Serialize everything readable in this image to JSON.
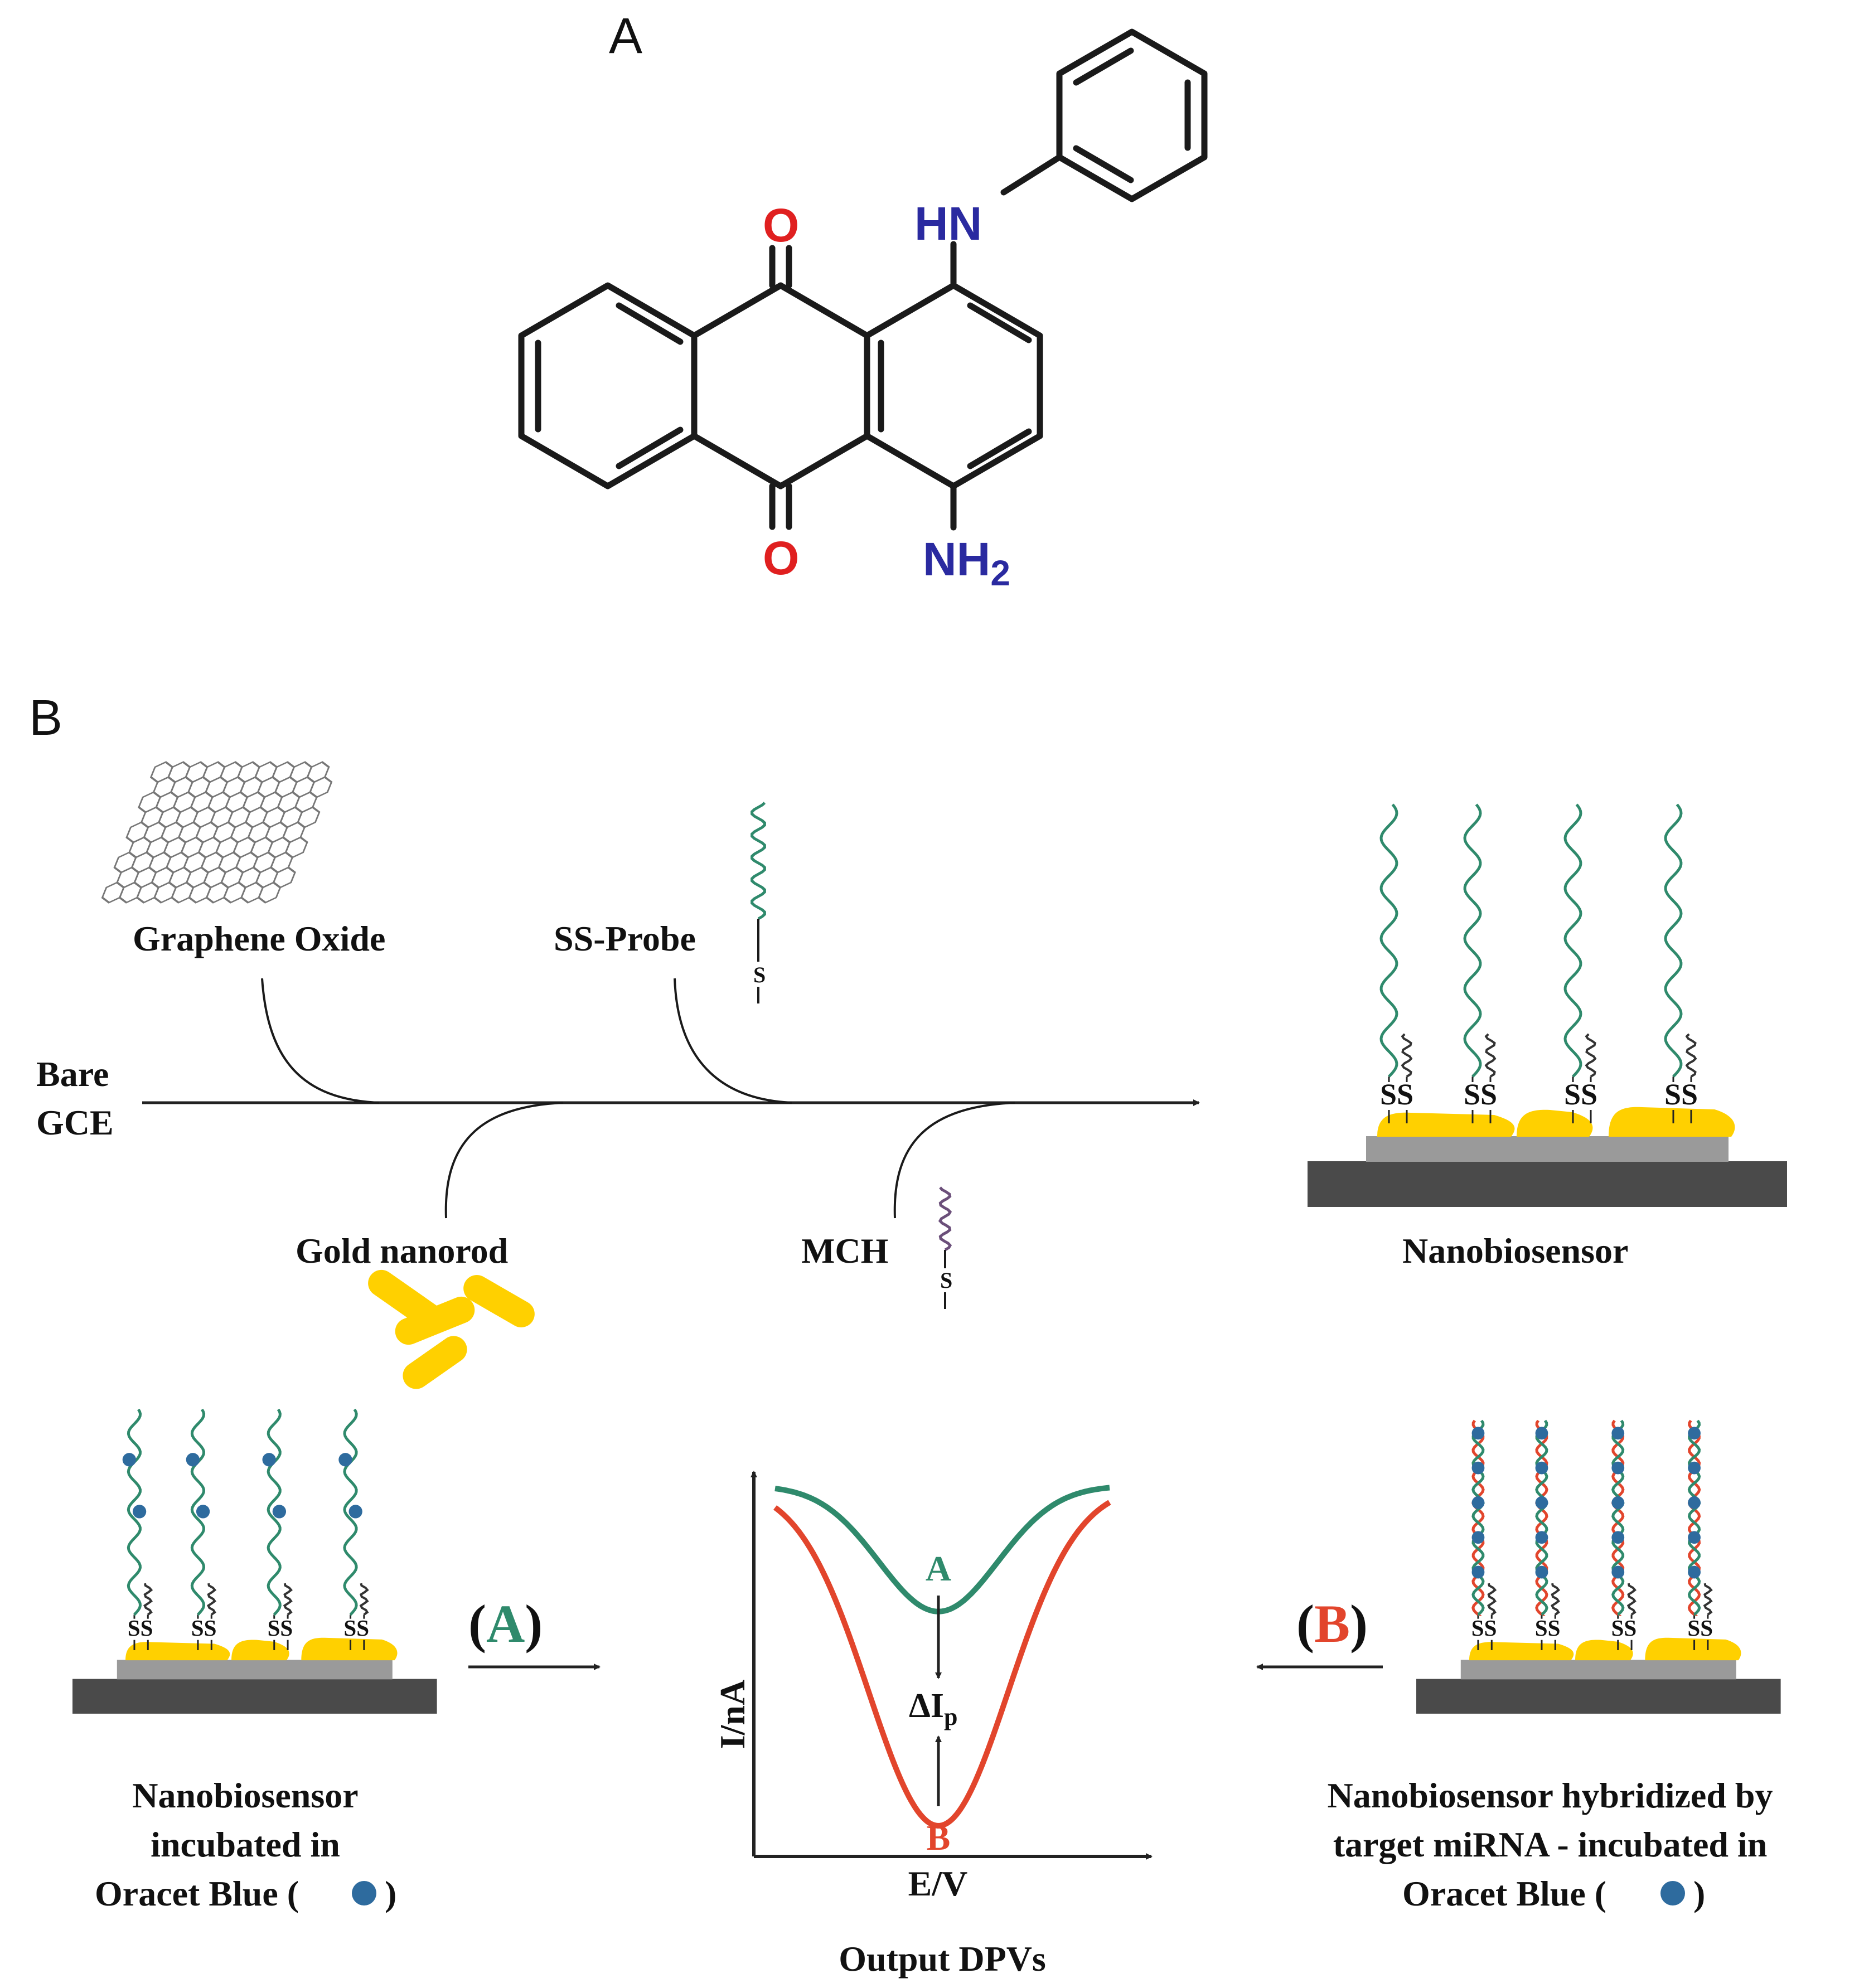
{
  "panels": {
    "a": "A",
    "b": "B"
  },
  "molecule": {
    "atoms": {
      "oxygen_top": "O",
      "oxygen_bottom": "O",
      "amine_hn": "HN",
      "amine_nh2_main": "NH",
      "amine_nh2_sub": "2"
    },
    "colors": {
      "oxygen": "#e02020",
      "nitrogen": "#2a2aa0",
      "bond": "#1a1a1a"
    }
  },
  "steps": {
    "start_line1": "Bare",
    "start_line2": "GCE",
    "graphene_oxide": "Graphene Oxide",
    "ss_probe": "SS-Probe",
    "gold_nanorod": "Gold nanorod",
    "mch": "MCH",
    "sulfur": "S",
    "nanobiosensor": "Nanobiosensor"
  },
  "surfaces": {
    "ss_pair": "SS"
  },
  "bottom": {
    "left_caption": [
      "Nanobiosensor",
      "incubated in",
      "Oracet Blue ("
    ],
    "left_caption_close": ")",
    "right_caption": [
      "Nanobiosensor hybridized by",
      "target miRNA - incubated in",
      "Oracet Blue ("
    ],
    "right_caption_close": ")",
    "path_a": {
      "open": "(",
      "letter": "A",
      "close": ")"
    },
    "path_b": {
      "open": "(",
      "letter": "B",
      "close": ")"
    }
  },
  "chart_data": {
    "type": "line",
    "title": "Output DPVs",
    "xlabel": "E/V",
    "ylabel": "I/nA",
    "delta_label_main": "ΔI",
    "delta_label_sub": "p",
    "series": [
      {
        "name": "A",
        "peak_depth": 0.37,
        "color": "#2f8a6c"
      },
      {
        "name": "B",
        "peak_depth": 1.0,
        "color": "#e2452c"
      }
    ]
  },
  "colors": {
    "probe_strand": "#2f8a6c",
    "mch_strand": "#6b4f7a",
    "mch_dark": "#333333",
    "gold": "#ffd000",
    "gold_edge": "#d4a800",
    "electrode_dark": "#4a4a4a",
    "electrode_light": "#9a9a9a",
    "oracet_blue": "#2e6b9e",
    "target_strand": "#e2452c",
    "graphene": "#777777",
    "axis": "#222222"
  }
}
